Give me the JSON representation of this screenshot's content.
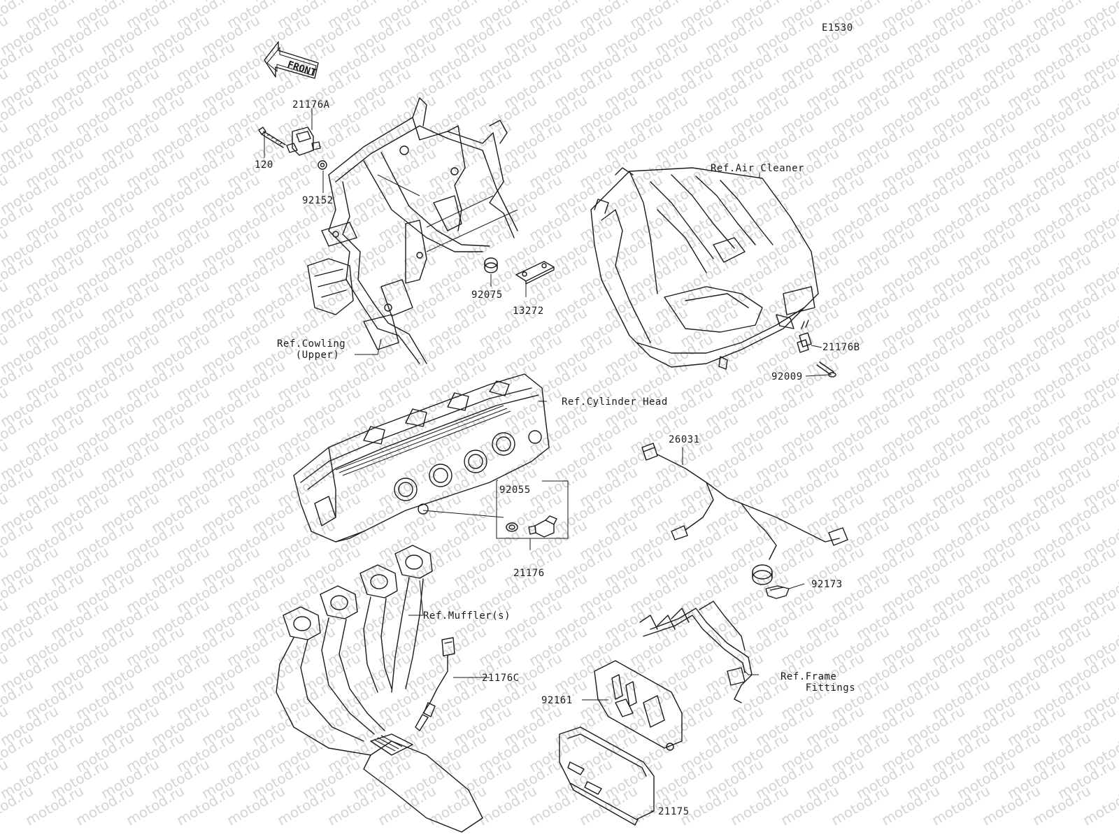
{
  "diagram_code": "E1530",
  "watermark_text": "motod.ru",
  "front_arrow_label": "FRONT",
  "labels": {
    "p21176A": "21176A",
    "p120": "120",
    "p92152": "92152",
    "p92075": "92075",
    "p13272": "13272",
    "ref_cowling": "Ref.Cowling\n   (Upper)",
    "ref_air_cleaner": "Ref.Air Cleaner",
    "p21176B": "21176B",
    "p92009": "92009",
    "ref_cylinder_head": "Ref.Cylinder Head",
    "p92055": "92055",
    "p21176": "21176",
    "p26031": "26031",
    "p92173": "92173",
    "ref_mufflers": "Ref.Muffler(s)",
    "p21176C": "21176C",
    "ref_frame_fittings": "Ref.Frame\n    Fittings",
    "p92161": "92161",
    "p21175": "21175"
  },
  "colors": {
    "line": "#1a1a1a",
    "watermark": "#d4d4d4",
    "background": "#ffffff"
  }
}
